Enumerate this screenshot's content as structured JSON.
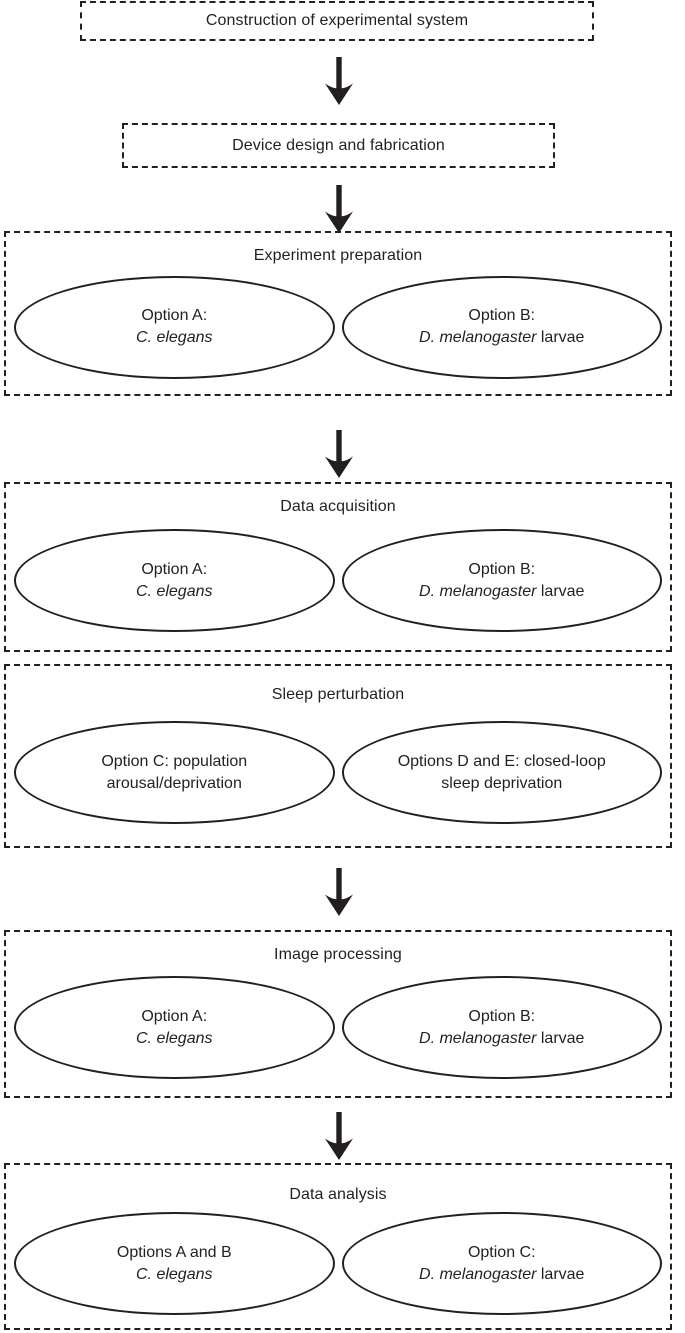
{
  "diagram": {
    "box1_label": "Construction of experimental system",
    "box2_label": "Device design and fabrication",
    "sections": [
      {
        "title": "Experiment preparation",
        "options": [
          {
            "line1": "Option A:",
            "line2_italic": "C. elegans",
            "line2_rest": ""
          },
          {
            "line1": "Option B:",
            "line2_italic": "D. melanogaster",
            "line2_rest": " larvae"
          }
        ]
      },
      {
        "title": "Data acquisition",
        "options": [
          {
            "line1": "Option A:",
            "line2_italic": "C. elegans",
            "line2_rest": ""
          },
          {
            "line1": "Option B:",
            "line2_italic": "D. melanogaster",
            "line2_rest": " larvae"
          }
        ]
      },
      {
        "title": "Sleep perturbation",
        "options": [
          {
            "line1": "Option C: population",
            "line2_italic": "",
            "line2_rest": "arousal/deprivation"
          },
          {
            "line1": "Options D and E: closed-loop",
            "line2_italic": "",
            "line2_rest": "sleep deprivation"
          }
        ]
      },
      {
        "title": "Image processing",
        "options": [
          {
            "line1": "Option A:",
            "line2_italic": "C. elegans",
            "line2_rest": ""
          },
          {
            "line1": "Option B:",
            "line2_italic": "D. melanogaster",
            "line2_rest": " larvae"
          }
        ]
      },
      {
        "title": "Data analysis",
        "options": [
          {
            "line1": "Options A and B",
            "line2_italic": "C. elegans",
            "line2_rest": ""
          },
          {
            "line1": "Option C:",
            "line2_italic": "D. melanogaster",
            "line2_rest": " larvae"
          }
        ]
      }
    ],
    "colors": {
      "ink": "#231f20",
      "background": "#ffffff"
    }
  }
}
